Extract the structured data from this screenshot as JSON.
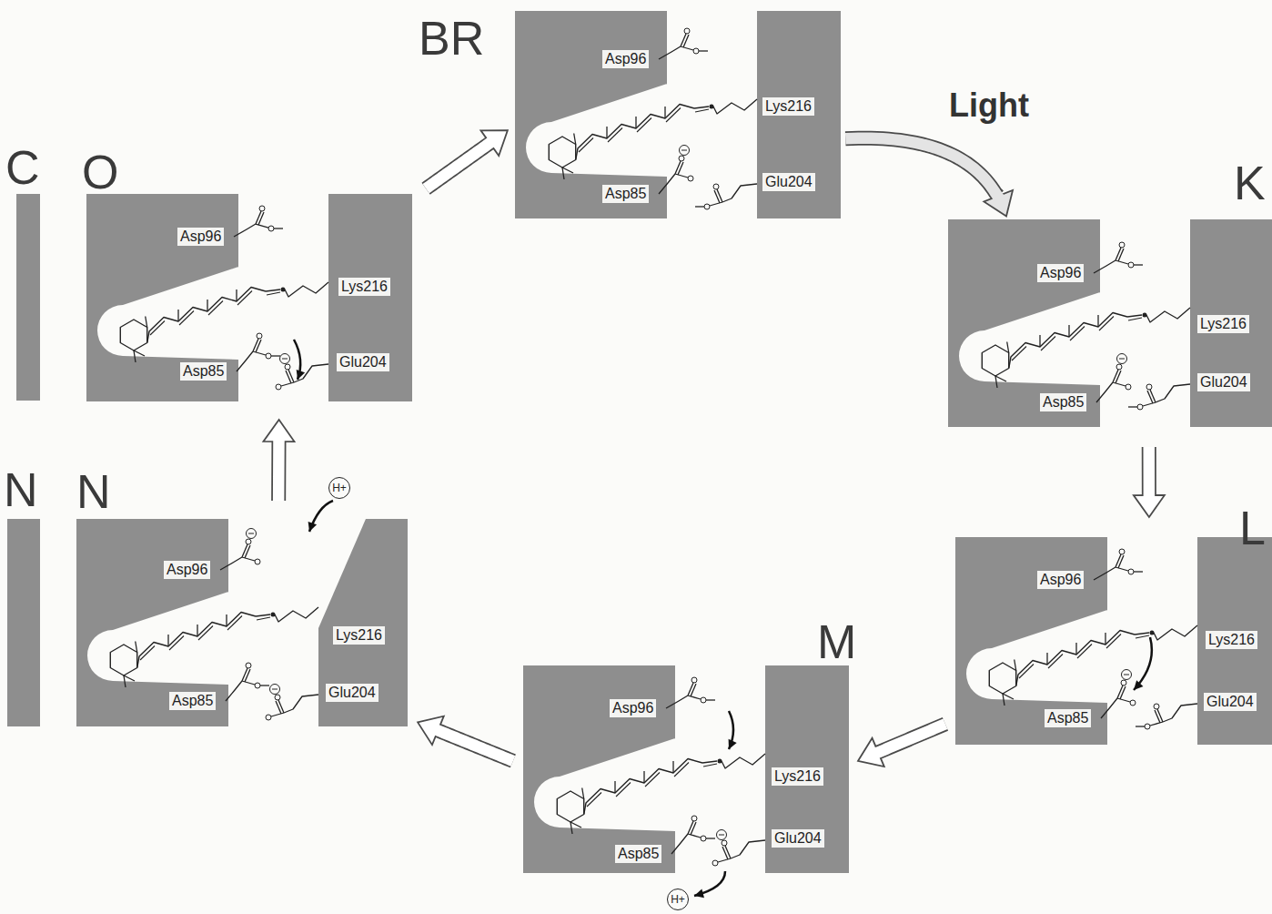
{
  "diagram": {
    "nodes": [
      {
        "text": [
          "BR",
          "Asp96",
          "Lys216",
          "Asp85",
          "Glu204"
        ]
      },
      {
        "text": [
          "K",
          "Asp96",
          "Lys216",
          "Asp85",
          "Glu204"
        ]
      },
      {
        "text": [
          "L",
          "Asp96",
          "Lys216",
          "Asp85",
          "Glu204"
        ]
      },
      {
        "text": [
          "M",
          "Asp96",
          "Lys216",
          "Asp85",
          "Glu204"
        ]
      },
      {
        "text": [
          "N",
          "Asp96",
          "Lys216",
          "Asp85",
          "Glu204"
        ]
      },
      {
        "text": [
          "O",
          "Asp96",
          "Lys216",
          "Asp85",
          "Glu204"
        ]
      }
    ],
    "edges": [
      {
        "from": 0,
        "to": 1,
        "label": "Light",
        "arrow": "to"
      },
      {
        "from": 1,
        "to": 2,
        "arrow": "to"
      },
      {
        "from": 2,
        "to": 3,
        "arrow": "to"
      },
      {
        "from": 3,
        "to": 4,
        "arrow": "to"
      },
      {
        "from": 4,
        "to": 5,
        "arrow": "to"
      },
      {
        "from": 5,
        "to": 0,
        "arrow": "to"
      }
    ],
    "labels": [
      "C",
      "N",
      "H+",
      "H+"
    ]
  }
}
